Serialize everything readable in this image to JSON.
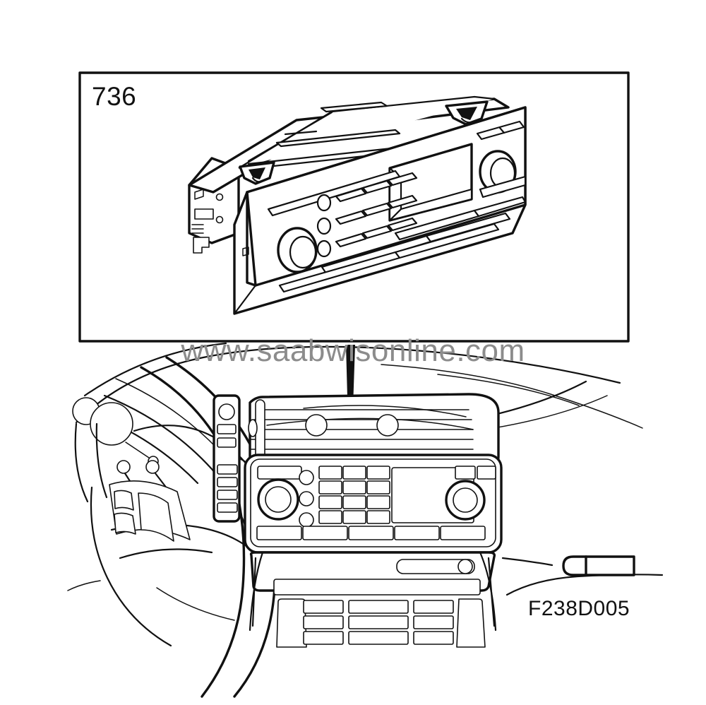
{
  "document": {
    "background_color": "#ffffff",
    "line_color": "#111111",
    "figure_code": "F238D005",
    "watermark": "www.saabwisonline.com",
    "watermark_color": "#8c8c8c"
  },
  "detail_panel": {
    "callout_number": "736",
    "border_color": "#111111",
    "subject": "car-radio-head-unit",
    "description": "Isometric exploded view of radio / infotainment head unit with chassis",
    "components": {
      "display_screen": "display",
      "left_knob": "rotary-knob-left",
      "right_knob": "rotary-knob-right",
      "small_round_buttons": 3,
      "keypad_rows": 3,
      "keypad_columns": 3,
      "top_right_buttons": 2,
      "bottom_bar_segments": 3
    }
  },
  "dashboard_scene": {
    "description": "Saab dashboard interior view from driver side showing radio installation position",
    "arrow": "install-direction-arrow",
    "parts": {
      "steering_wheel": "steering-wheel",
      "instrument_cluster": "instrument-cluster",
      "stalk_controls": "stalk-controls",
      "left_switch_panel": "left-switch-panel",
      "center_vent_panel": "center-air-vent-panel",
      "vent_circles": 2,
      "radio_unit": "center-radio-unit",
      "acc_panel": "climate-control-panel",
      "door_handle": "door-handle"
    },
    "radio_face": {
      "keypad_rows": 4,
      "keypad_columns": 3,
      "small_round_buttons": 3,
      "bottom_buttons": 5,
      "top_right_buttons": 2,
      "display": "radio-display"
    }
  }
}
